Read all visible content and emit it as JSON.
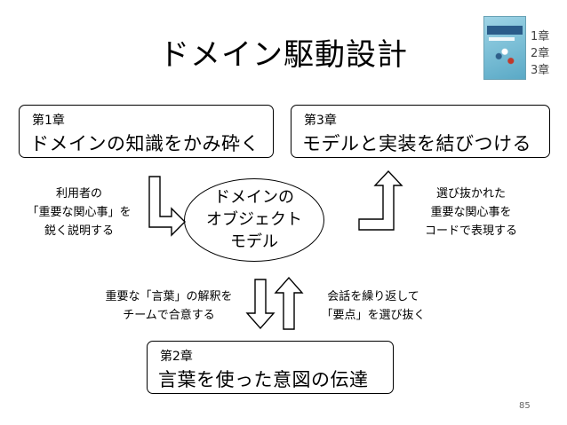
{
  "slide": {
    "title": "ドメイン駆動設計",
    "page_number": "85"
  },
  "book_cover": {
    "chapters": [
      "1章",
      "2章",
      "3章"
    ],
    "colors": {
      "cover": "#7fc1d8",
      "band": "#2a5c8a"
    }
  },
  "boxes": {
    "chapter1": {
      "number": "第1章",
      "name": "ドメインの知識をかみ砕く"
    },
    "chapter3": {
      "number": "第3章",
      "name": "モデルと実装を結びつける"
    },
    "chapter2": {
      "number": "第2章",
      "name": "言葉を使った意図の伝達"
    }
  },
  "center": {
    "lines": [
      "ドメインの",
      "オブジェクト",
      "モデル"
    ]
  },
  "notes": {
    "left": [
      "利用者の",
      "「重要な関心事」を",
      "鋭く説明する"
    ],
    "right": [
      "選び抜かれた",
      "重要な関心事を",
      "コードで表現する"
    ],
    "bottom_left": [
      "重要な「言葉」の解釈を",
      "チームで合意する"
    ],
    "bottom_right": [
      "会話を繰り返して",
      "「要点」を選び抜く"
    ]
  },
  "icons": [
    "arrow-down-right-icon",
    "arrow-right-up-icon",
    "arrow-down-icon",
    "arrow-up-icon"
  ]
}
